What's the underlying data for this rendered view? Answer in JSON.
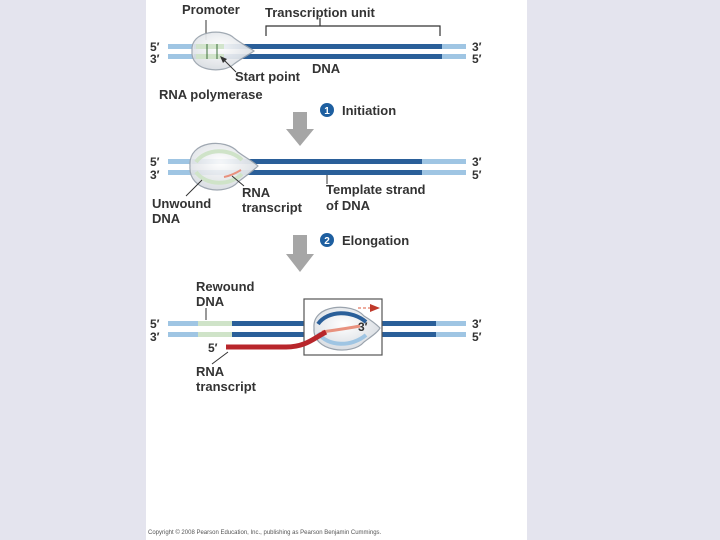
{
  "labels": {
    "promoter": "Promoter",
    "transcription_unit": "Transcription unit",
    "dna": "DNA",
    "start_point": "Start point",
    "rna_polymerase": "RNA polymerase",
    "unwound_dna_1": "Unwound",
    "unwound_dna_2": "DNA",
    "rna_transcript_1": "RNA",
    "rna_transcript_2": "transcript",
    "template_strand_1": "Template strand",
    "template_strand_2": "of DNA",
    "rewound_dna_1": "Rewound",
    "rewound_dna_2": "DNA",
    "rna_transcript_b1": "RNA",
    "rna_transcript_b2": "transcript"
  },
  "steps": [
    {
      "number": "1",
      "label": "Initiation"
    },
    {
      "number": "2",
      "label": "Elongation"
    }
  ],
  "ends": {
    "five": "5′",
    "three": "3′"
  },
  "copyright": "Copyright © 2008 Pearson Education, Inc., publishing as Pearson Benjamin Cummings.",
  "colors": {
    "dna_dark": "#2a5f99",
    "dna_light": "#9fc5e3",
    "promoter": "#cfe3c8",
    "rna": "#b8262b",
    "step_badge": "#1e5fa0",
    "arrow": "#a6a6a6",
    "background": "#e4e4ee"
  }
}
